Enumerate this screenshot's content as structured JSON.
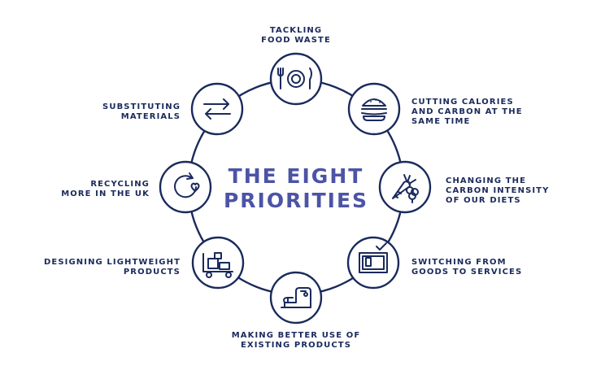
{
  "center_title": [
    "THE EIGHT",
    "PRIORITIES"
  ],
  "colors": {
    "navy": "#1a2a5c",
    "title": "#4b54a6",
    "background": "#ffffff"
  },
  "priorities": [
    {
      "id": "food-waste",
      "icon": "plate-cutlery-icon",
      "lines": [
        "TACKLING",
        "FOOD WASTE"
      ]
    },
    {
      "id": "calories-carbon",
      "icon": "burger-icon",
      "lines": [
        "CUTTING CALORIES",
        "AND CARBON AT THE",
        "SAME TIME"
      ]
    },
    {
      "id": "diets",
      "icon": "carrot-broccoli-icon",
      "lines": [
        "CHANGING THE",
        "CARBON INTENSITY",
        "OF OUR DIETS"
      ]
    },
    {
      "id": "services",
      "icon": "screen-checkmark-icon",
      "lines": [
        "SWITCHING FROM",
        "GOODS TO SERVICES"
      ]
    },
    {
      "id": "existing-products",
      "icon": "sewing-machine-icon",
      "lines": [
        "MAKING BETTER USE OF",
        "EXISTING PRODUCTS"
      ]
    },
    {
      "id": "lightweight",
      "icon": "trolley-boxes-icon",
      "lines": [
        "DESIGNING LIGHTWEIGHT",
        "PRODUCTS"
      ]
    },
    {
      "id": "recycling",
      "icon": "recycle-heart-icon",
      "lines": [
        "RECYCLING",
        "MORE IN THE UK"
      ]
    },
    {
      "id": "materials",
      "icon": "swap-arrows-icon",
      "lines": [
        "SUBSTITUTING",
        "MATERIALS"
      ]
    }
  ]
}
